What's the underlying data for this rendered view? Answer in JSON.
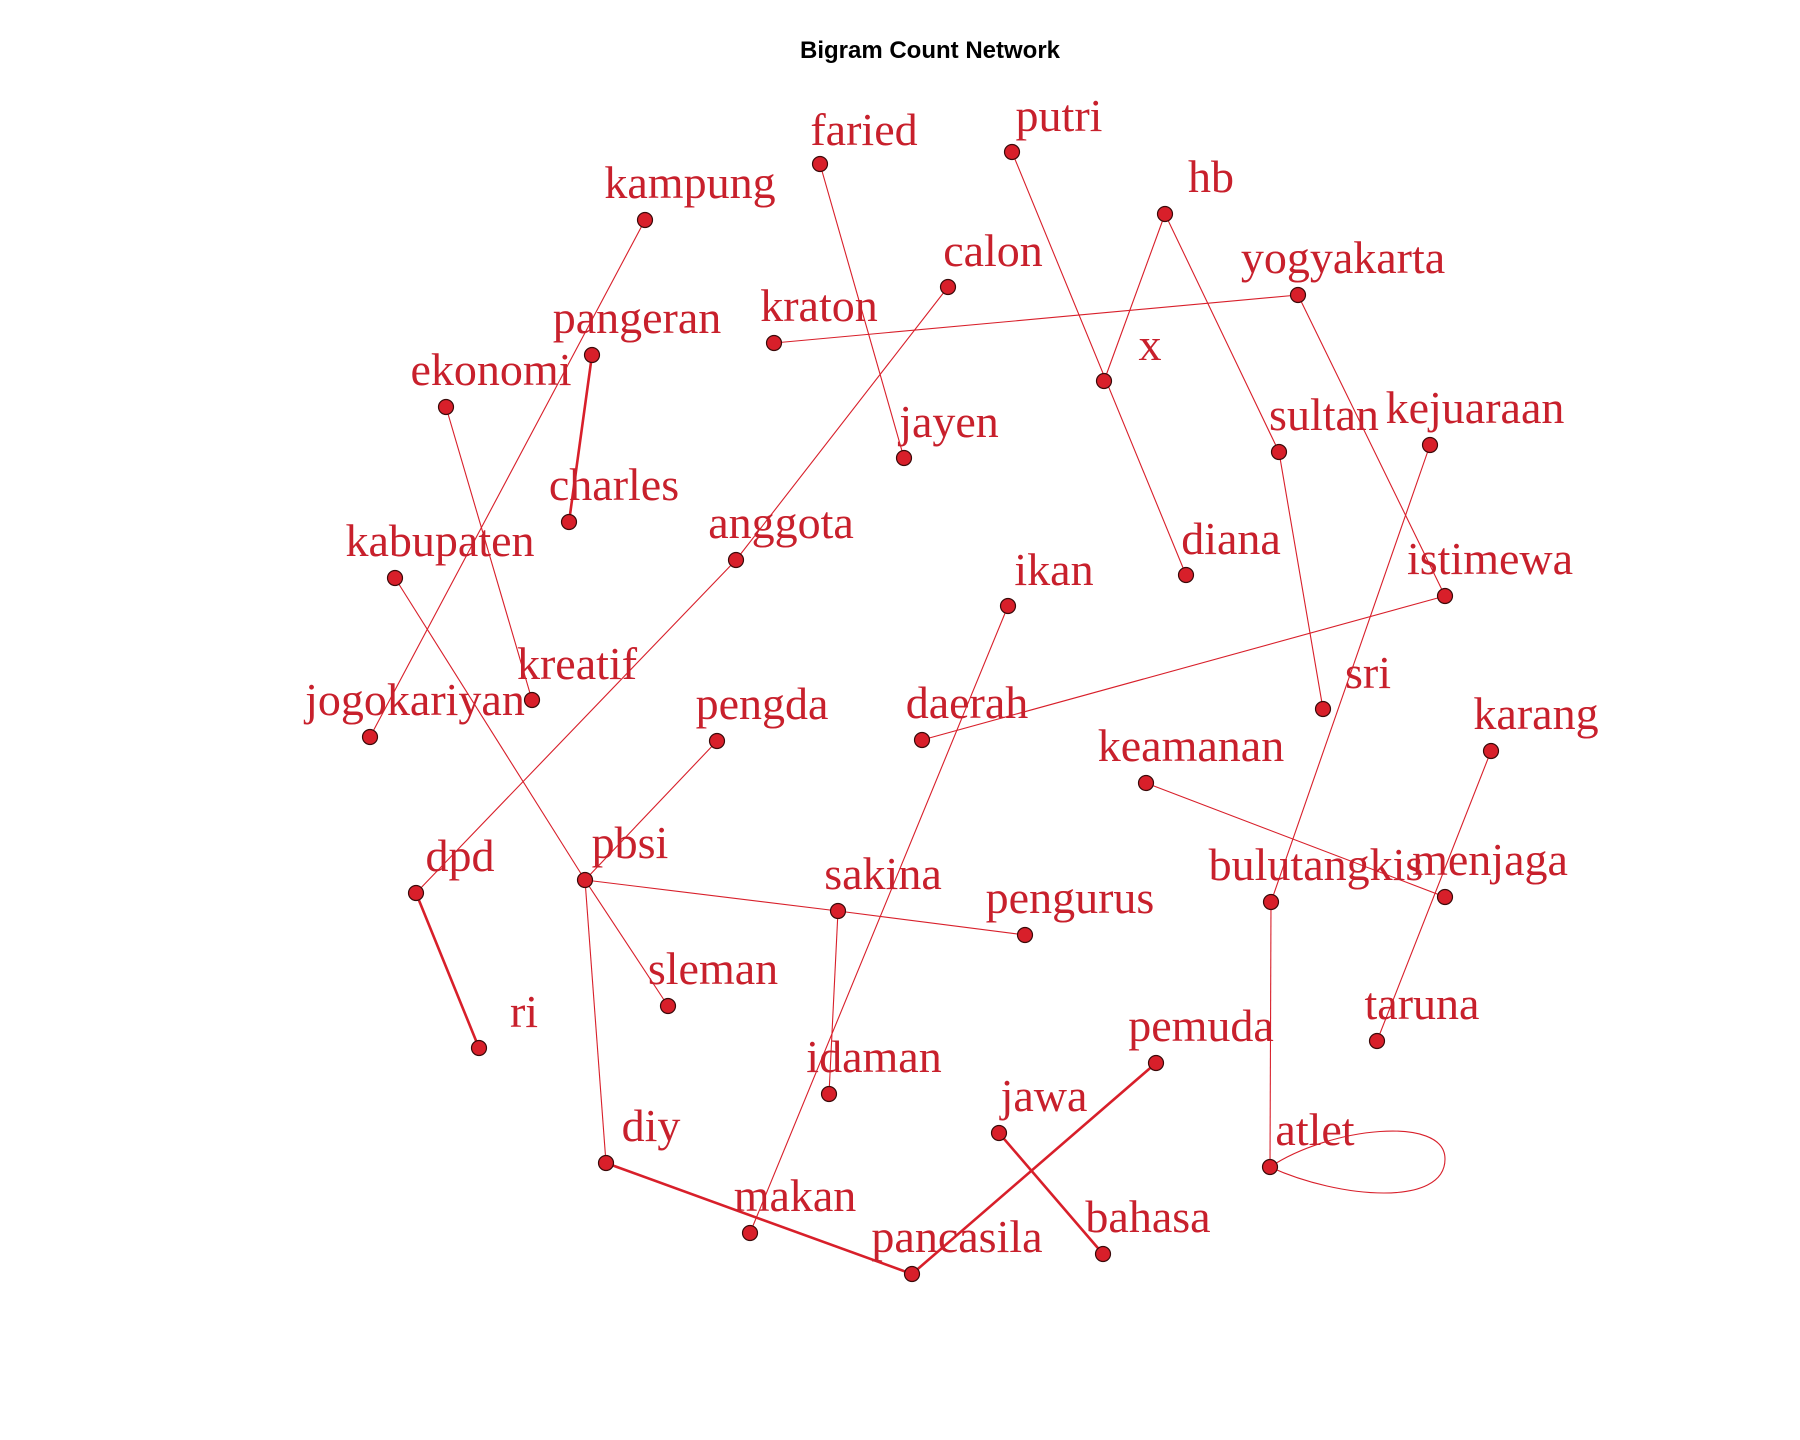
{
  "title": "Bigram Count Network",
  "colors": {
    "edge": "#d81f2a",
    "node_fill": "#d81f2a",
    "label": "#c8202c"
  },
  "nodes": [
    {
      "id": "faried",
      "label": "faried"
    },
    {
      "id": "putri",
      "label": "putri"
    },
    {
      "id": "kampung",
      "label": "kampung"
    },
    {
      "id": "hb",
      "label": "hb"
    },
    {
      "id": "calon",
      "label": "calon"
    },
    {
      "id": "yogyakarta",
      "label": "yogyakarta"
    },
    {
      "id": "pangeran",
      "label": "pangeran"
    },
    {
      "id": "kraton",
      "label": "kraton"
    },
    {
      "id": "x",
      "label": "x"
    },
    {
      "id": "ekonomi",
      "label": "ekonomi"
    },
    {
      "id": "jayen",
      "label": "jayen"
    },
    {
      "id": "sultan",
      "label": "sultan"
    },
    {
      "id": "kejuaraan",
      "label": "kejuaraan"
    },
    {
      "id": "charles",
      "label": "charles"
    },
    {
      "id": "anggota",
      "label": "anggota"
    },
    {
      "id": "kabupaten",
      "label": "kabupaten"
    },
    {
      "id": "diana",
      "label": "diana"
    },
    {
      "id": "ikan",
      "label": "ikan"
    },
    {
      "id": "istimewa",
      "label": "istimewa"
    },
    {
      "id": "kreatif",
      "label": "kreatif"
    },
    {
      "id": "sri",
      "label": "sri"
    },
    {
      "id": "jogokariyan",
      "label": "jogokariyan"
    },
    {
      "id": "pengda",
      "label": "pengda"
    },
    {
      "id": "daerah",
      "label": "daerah"
    },
    {
      "id": "karang",
      "label": "karang"
    },
    {
      "id": "keamanan",
      "label": "keamanan"
    },
    {
      "id": "dpd",
      "label": "dpd"
    },
    {
      "id": "pbsi",
      "label": "pbsi"
    },
    {
      "id": "sakina",
      "label": "sakina"
    },
    {
      "id": "bulutangkis",
      "label": "bulutangkis"
    },
    {
      "id": "menjaga",
      "label": "menjaga"
    },
    {
      "id": "pengurus",
      "label": "pengurus"
    },
    {
      "id": "sleman",
      "label": "sleman"
    },
    {
      "id": "ri",
      "label": "ri"
    },
    {
      "id": "pemuda",
      "label": "pemuda"
    },
    {
      "id": "taruna",
      "label": "taruna"
    },
    {
      "id": "idaman",
      "label": "idaman"
    },
    {
      "id": "jawa",
      "label": "jawa"
    },
    {
      "id": "diy",
      "label": "diy"
    },
    {
      "id": "atlet",
      "label": "atlet"
    },
    {
      "id": "makan",
      "label": "makan"
    },
    {
      "id": "pancasila",
      "label": "pancasila"
    },
    {
      "id": "bahasa",
      "label": "bahasa"
    }
  ],
  "edges": [
    {
      "source": "kampung",
      "target": "jogokariyan",
      "weight": 1
    },
    {
      "source": "faried",
      "target": "jayen",
      "weight": 1
    },
    {
      "source": "putri",
      "target": "diana",
      "weight": 1
    },
    {
      "source": "hb",
      "target": "x",
      "weight": 1
    },
    {
      "source": "hb",
      "target": "sultan",
      "weight": 1
    },
    {
      "source": "sultan",
      "target": "sri",
      "weight": 1
    },
    {
      "source": "calon",
      "target": "anggota",
      "weight": 1
    },
    {
      "source": "anggota",
      "target": "dpd",
      "weight": 1
    },
    {
      "source": "dpd",
      "target": "ri",
      "weight": 2
    },
    {
      "source": "yogyakarta",
      "target": "kraton",
      "weight": 1
    },
    {
      "source": "yogyakarta",
      "target": "istimewa",
      "weight": 1
    },
    {
      "source": "istimewa",
      "target": "daerah",
      "weight": 1
    },
    {
      "source": "pangeran",
      "target": "charles",
      "weight": 2
    },
    {
      "source": "ekonomi",
      "target": "kreatif",
      "weight": 1
    },
    {
      "source": "kejuaraan",
      "target": "bulutangkis",
      "weight": 1
    },
    {
      "source": "bulutangkis",
      "target": "atlet",
      "weight": 1
    },
    {
      "source": "kabupaten",
      "target": "pbsi",
      "weight": 1
    },
    {
      "source": "pengda",
      "target": "pbsi",
      "weight": 1
    },
    {
      "source": "pbsi",
      "target": "sakina",
      "weight": 1
    },
    {
      "source": "pbsi",
      "target": "sleman",
      "weight": 1
    },
    {
      "source": "pbsi",
      "target": "diy",
      "weight": 1
    },
    {
      "source": "sakina",
      "target": "pengurus",
      "weight": 1
    },
    {
      "source": "sakina",
      "target": "idaman",
      "weight": 1
    },
    {
      "source": "ikan",
      "target": "makan",
      "weight": 1
    },
    {
      "source": "keamanan",
      "target": "menjaga",
      "weight": 1
    },
    {
      "source": "karang",
      "target": "taruna",
      "weight": 1
    },
    {
      "source": "diy",
      "target": "pancasila",
      "weight": 2
    },
    {
      "source": "pancasila",
      "target": "pemuda",
      "weight": 2
    },
    {
      "source": "jawa",
      "target": "bahasa",
      "weight": 2
    },
    {
      "source": "atlet",
      "target": "atlet",
      "weight": 1
    }
  ]
}
